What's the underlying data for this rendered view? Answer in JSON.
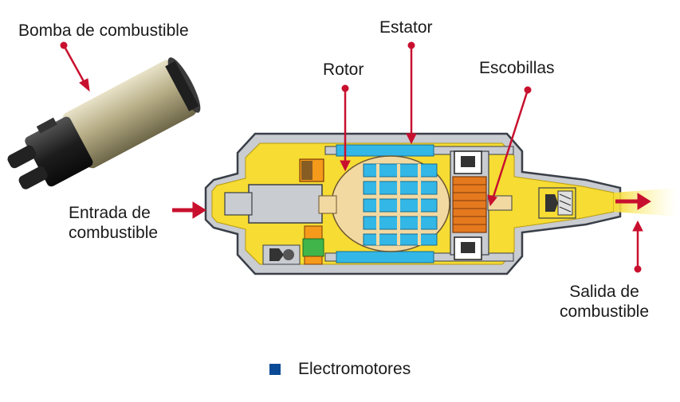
{
  "labels": {
    "pump": "Bomba de combustible",
    "stator": "Estator",
    "rotor": "Rotor",
    "brushes": "Escobillas",
    "inlet_line1": "Entrada de",
    "inlet_line2": "combustible",
    "outlet_line1": "Salida de",
    "outlet_line2": "combustible"
  },
  "legend": {
    "label": "Electromotores",
    "color": "#0b4a96"
  },
  "colors": {
    "arrow": "#c8102e",
    "housing": "#f6dc33",
    "casing": "#c9ccd1",
    "magnet": "#33b7e6",
    "rotor": "#f2d9a2",
    "brush": "#e5791e",
    "valve": "#f59a1a",
    "green": "#3fb54a"
  }
}
